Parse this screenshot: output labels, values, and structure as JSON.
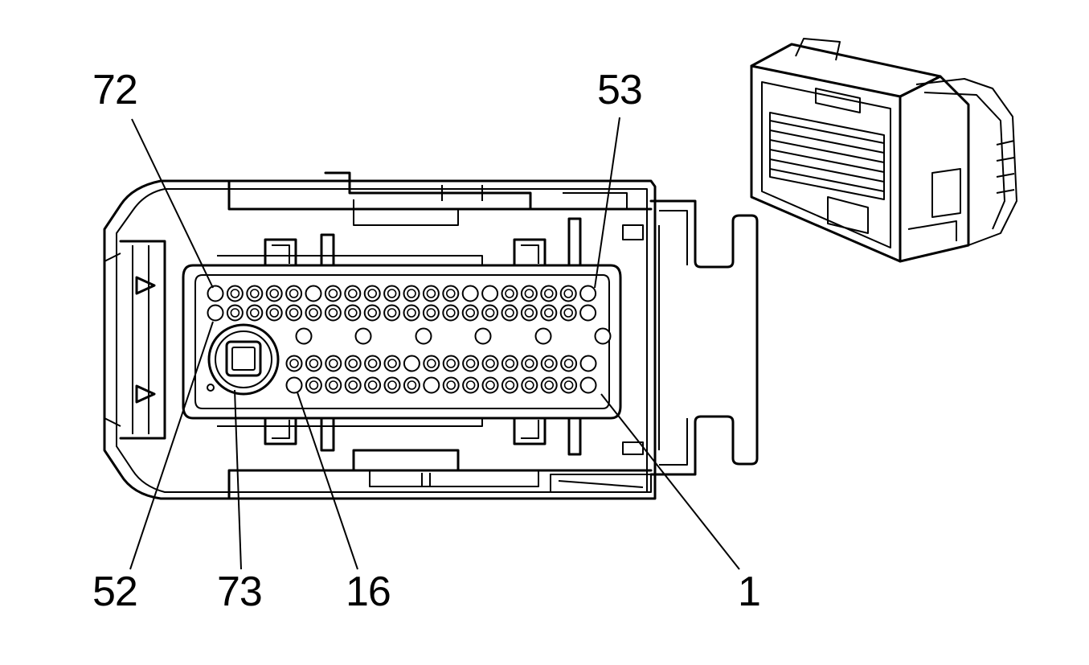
{
  "callouts": {
    "pin_72": "72",
    "pin_53": "53",
    "pin_52": "52",
    "pin_73": "73",
    "pin_16": "16",
    "pin_1": "1"
  },
  "colors": {
    "line": "#000000",
    "background": "#ffffff"
  }
}
